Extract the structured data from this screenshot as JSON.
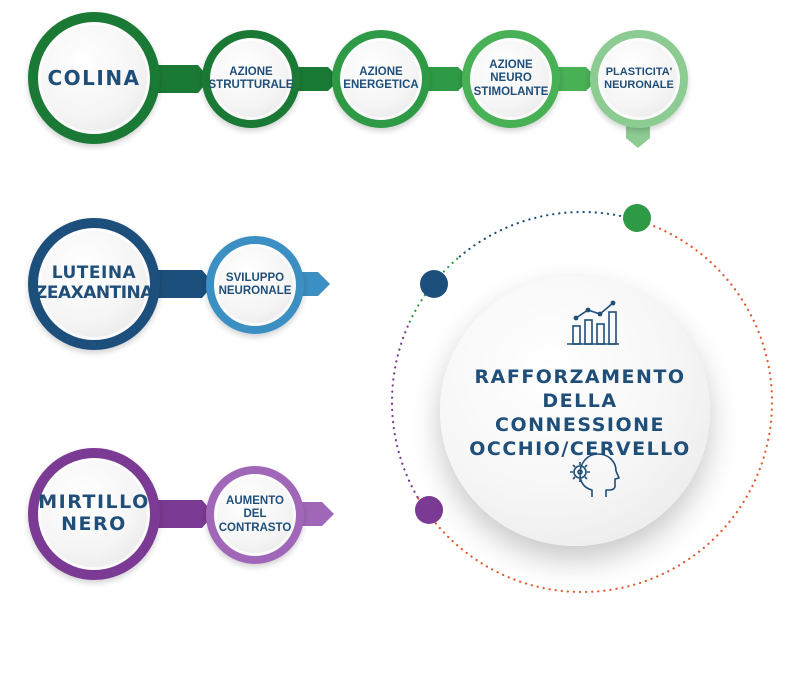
{
  "colors": {
    "green_dark": "#1a7a35",
    "green_mid": "#2f9a45",
    "green_light": "#48b055",
    "green_pale": "#8ccc92",
    "blue_dark": "#1d4f7c",
    "blue_light": "#3b8fc2",
    "purple_dark": "#7b3a93",
    "purple_light": "#a067b8",
    "text": "#1f4e79",
    "dot_orange": "#e0582a"
  },
  "rows": [
    {
      "source": [
        "COLINA"
      ],
      "effects": [
        [
          "AZIONE",
          "STRUTTURALE"
        ],
        [
          "AZIONE",
          "ENERGETICA"
        ],
        [
          "AZIONE",
          "NEURO",
          "STIMOLANTE"
        ],
        [
          "PLASTICITA'",
          "NEURONALE"
        ]
      ]
    },
    {
      "source": [
        "LUTEINA",
        "ZEAXANTINA"
      ],
      "effects": [
        [
          "SVILUPPO",
          "NEURONALE"
        ]
      ]
    },
    {
      "source": [
        "MIRTILLO",
        "NERO"
      ],
      "effects": [
        [
          "AUMENTO",
          "DEL",
          "CONTRASTO"
        ]
      ]
    }
  ],
  "hub": {
    "lines": [
      "RAFFORZAMENTO",
      "DELLA CONNESSIONE",
      "OCCHIO/CERVELLO"
    ],
    "top_icon": "bar-chart-growth-icon",
    "bottom_icon": "head-gear-icon"
  }
}
